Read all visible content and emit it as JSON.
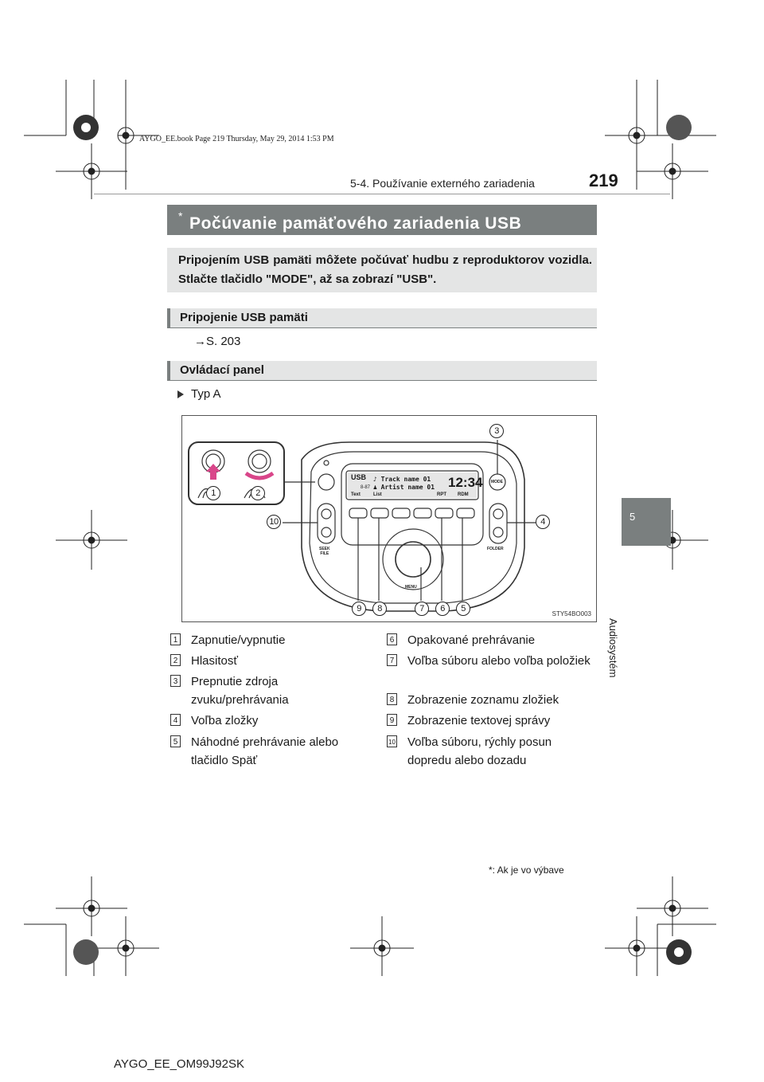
{
  "book_line": "AYGO_EE.book  Page 219  Thursday, May 29, 2014  1:53 PM",
  "header": {
    "section": "5-4. Používanie externého zariadenia",
    "page": "219"
  },
  "side_tab": {
    "number": "5",
    "label": "Audiosystém"
  },
  "title": {
    "text": "Počúvanie pamäťového zariadenia USB",
    "mark": "*"
  },
  "intro": "Pripojením USB pamäti môžete počúvať hudbu z reproduktorov vozidla. Stlačte tlačidlo \"MODE\", až sa zobrazí \"USB\".",
  "subheads": [
    "Pripojenie USB pamäti",
    "Ovládací panel"
  ],
  "reference": "→S. 203",
  "type_label": "Typ A",
  "figure": {
    "code": "STY54BO003",
    "display": {
      "source": "USB",
      "track_no": "8-87",
      "track": "♪ Track name 01",
      "artist": "♟ Artist name 01",
      "time": "12:34"
    },
    "soft_keys": [
      "Text",
      "List",
      "",
      "",
      "RPT",
      "RDM"
    ],
    "labels": {
      "mode": "MODE",
      "seek": "SEEK\nFILE",
      "folder": "FOLDER",
      "menu": "MENU"
    },
    "callouts": [
      "1",
      "2",
      "3",
      "4",
      "5",
      "6",
      "7",
      "8",
      "9",
      "10"
    ]
  },
  "legend_left": [
    {
      "num": "1",
      "text": "Zapnutie/vypnutie"
    },
    {
      "num": "2",
      "text": "Hlasitosť"
    },
    {
      "num": "3",
      "text": "Prepnutie zdroja zvuku/prehrávania"
    },
    {
      "num": "4",
      "text": "Voľba zložky"
    },
    {
      "num": "5",
      "text": "Náhodné prehrávanie alebo tlačidlo Späť"
    }
  ],
  "legend_right": [
    {
      "num": "6",
      "text": "Opakované prehrávanie"
    },
    {
      "num": "7",
      "text": "Voľba súboru alebo voľba položiek"
    },
    {
      "num": "8",
      "text": "Zobrazenie zoznamu zložiek"
    },
    {
      "num": "9",
      "text": "Zobrazenie textovej správy"
    },
    {
      "num": "10",
      "text": "Voľba súboru, rýchly posun dopredu alebo dozadu"
    }
  ],
  "footnote": "*: Ak je vo výbave",
  "footer_code": "AYGO_EE_OM99J92SK"
}
